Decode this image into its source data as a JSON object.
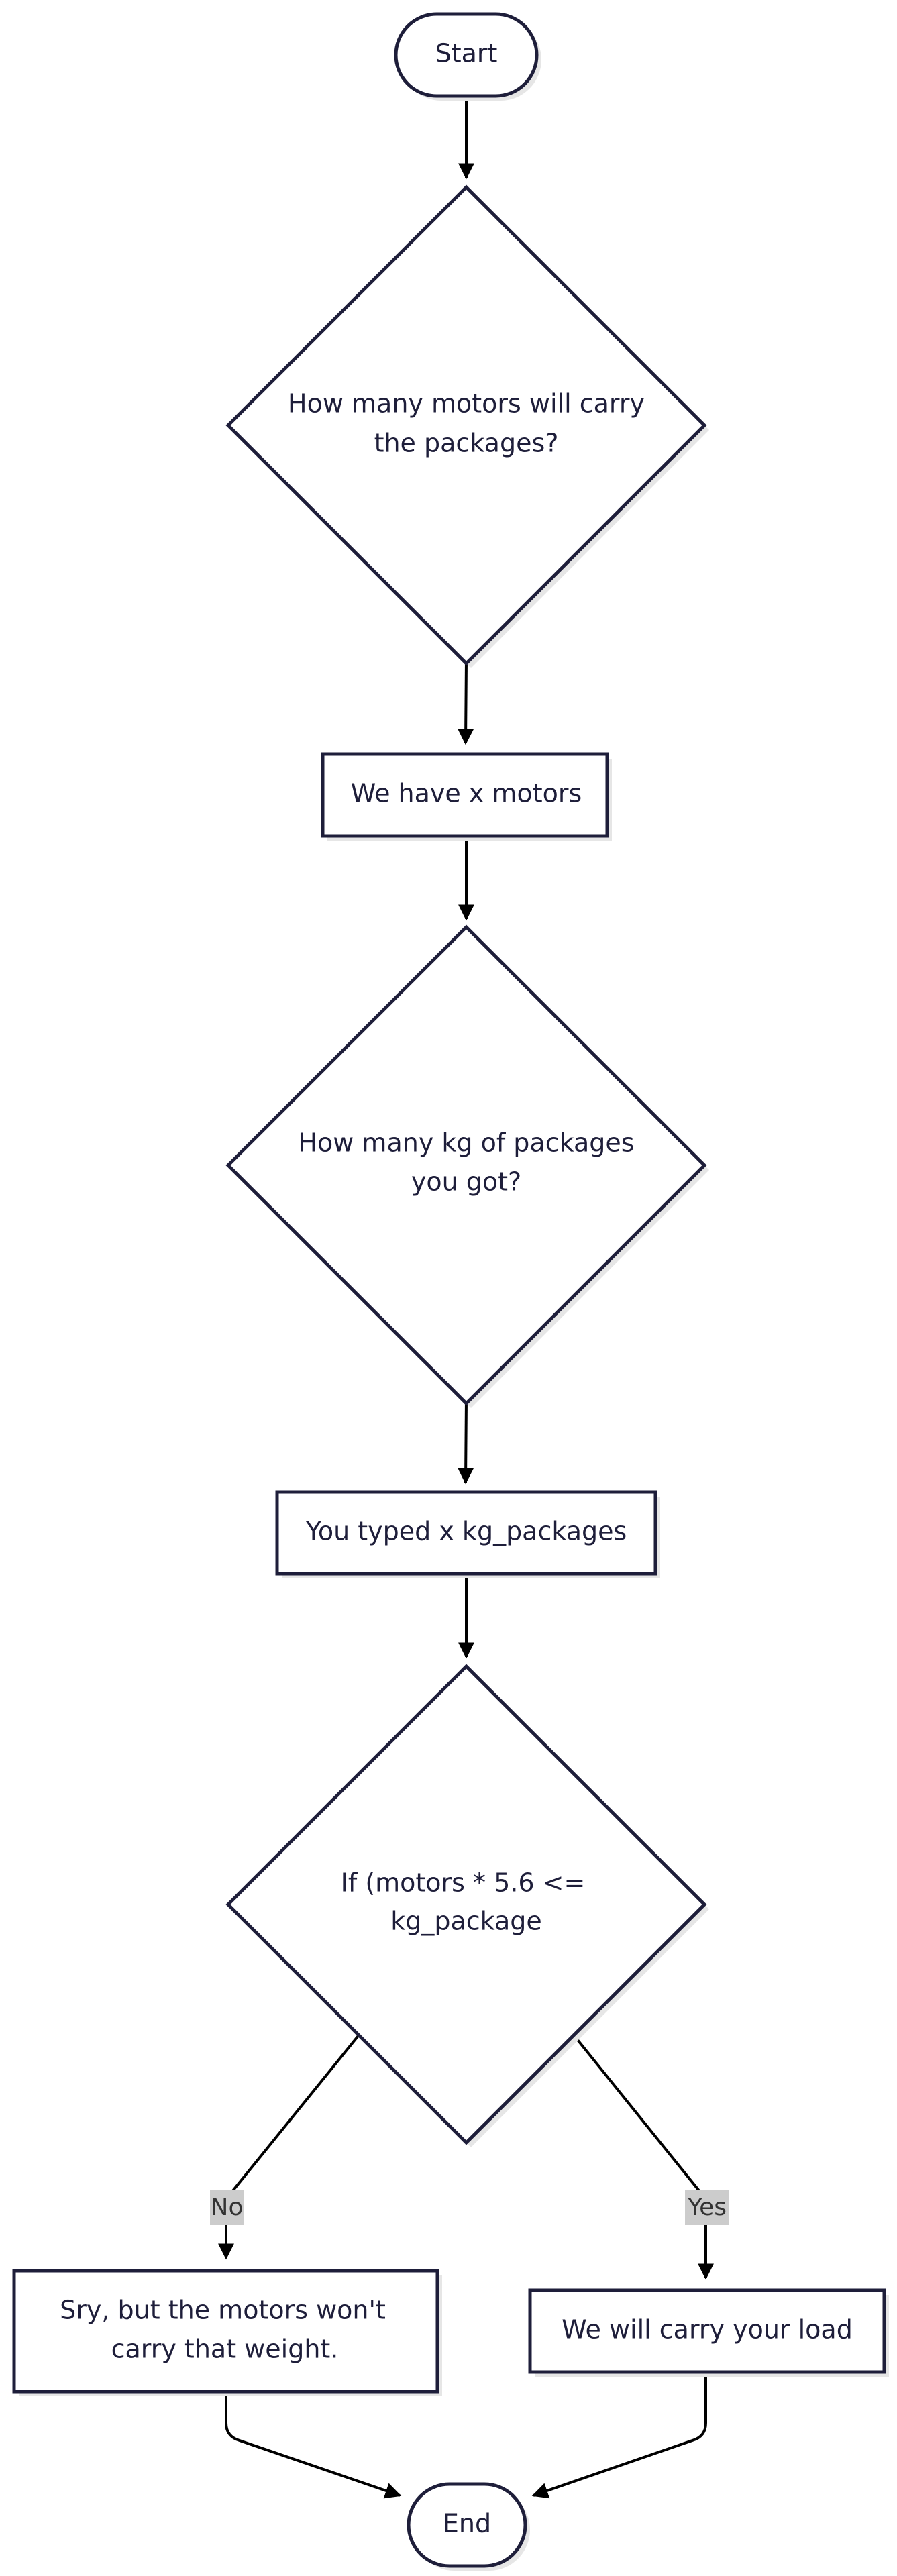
{
  "diagram": {
    "nodes": {
      "start": {
        "label": "Start"
      },
      "ask_motors": {
        "label_lines": [
          "How many motors will carry",
          "the packages?"
        ]
      },
      "have_motors": {
        "label": "We have x motors"
      },
      "ask_kg": {
        "label_lines": [
          "How many kg of packages",
          "you got?"
        ]
      },
      "typed_kg": {
        "label": "You typed x kg_packages"
      },
      "check": {
        "label_lines": [
          "If (motors * 5.6 <=",
          "kg_package"
        ]
      },
      "no_result": {
        "label_lines": [
          "Sry, but the motors won't",
          "carry that weight."
        ]
      },
      "yes_result": {
        "label": "We will carry your load"
      },
      "end": {
        "label": "End"
      }
    },
    "edges": {
      "no_label": "No",
      "yes_label": "Yes"
    }
  },
  "colors": {
    "stroke": "#1e1e3a",
    "arrow": "#000000",
    "shadow": "#e6e6e6",
    "label_bg": "#cccccc",
    "fill": "#ffffff"
  }
}
